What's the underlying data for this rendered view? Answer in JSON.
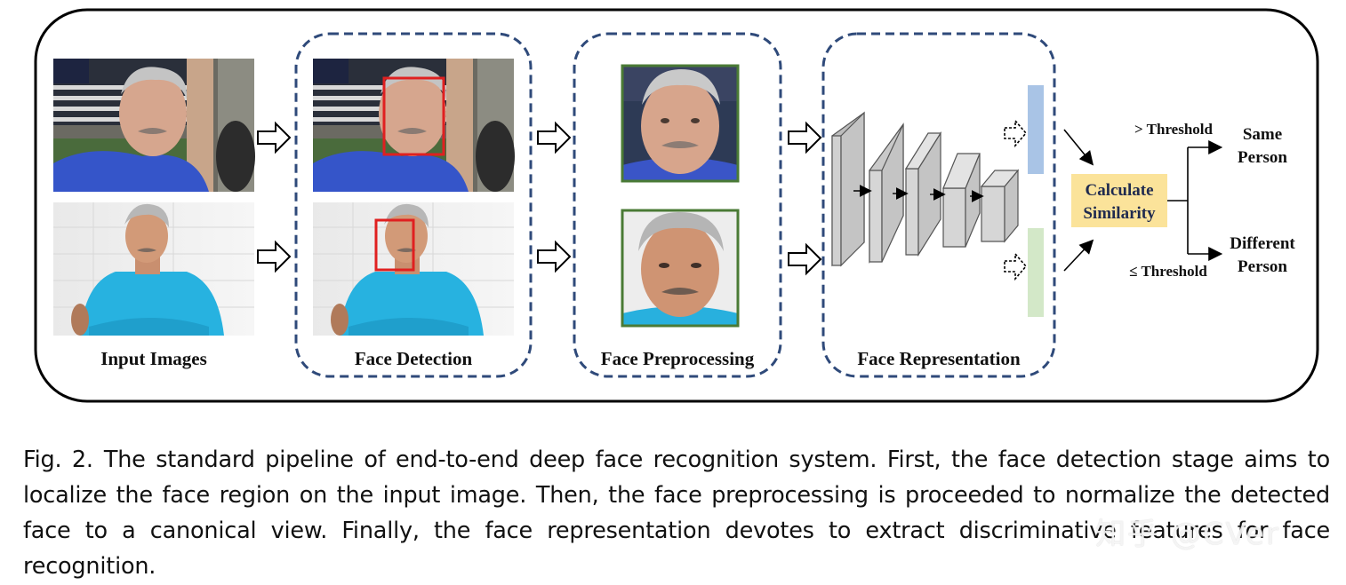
{
  "figure": {
    "stages": {
      "input": "Input Images",
      "detection": "Face Detection",
      "preprocessing": "Face Preprocessing",
      "representation": "Face Representation"
    },
    "similarity": {
      "line1": "Calculate",
      "line2": "Similarity"
    },
    "thresholds": {
      "above": "> Threshold",
      "below": "≤ Threshold"
    },
    "outcomes": {
      "same_line1": "Same",
      "same_line2": "Person",
      "different_line1": "Different",
      "different_line2": "Person"
    },
    "colors": {
      "frame": "#000000",
      "dashed": "#2f4a7a",
      "detect_box": "#e02020",
      "crop_border": "#4a7a35",
      "feature_blue": "#a9c4e6",
      "feature_green": "#d3e8c8",
      "similarity_bg": "#fbe39a"
    }
  },
  "caption": {
    "label": "Fig. 2.",
    "text": "The standard pipeline of end-to-end deep face recognition system. First, the face detection stage aims to localize the face region on the input image. Then, the face preprocessing is proceeded to normalize the detected face to a canonical view. Finally, the face representation devotes to extract discriminative features for face recognition."
  },
  "watermark": "知乎 @CVer"
}
